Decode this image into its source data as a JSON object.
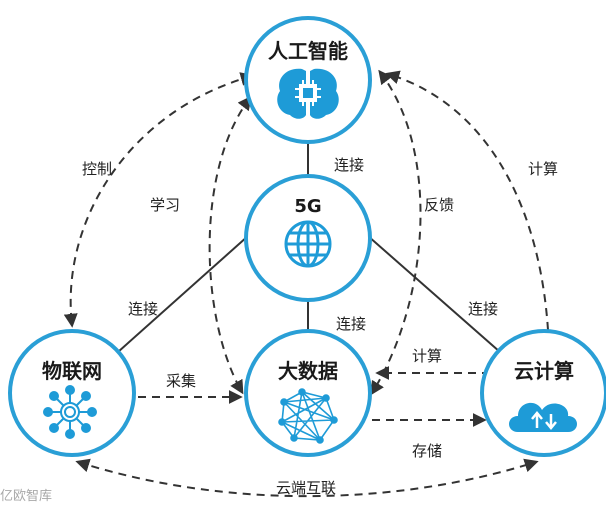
{
  "nodes": {
    "ai": {
      "title": "人工智能",
      "icon": "brain-chip-icon"
    },
    "fiveg": {
      "title": "5G",
      "icon": "globe-icon"
    },
    "iot": {
      "title": "物联网",
      "icon": "network-hub-icon"
    },
    "bigdata": {
      "title": "大数据",
      "icon": "mesh-graph-icon"
    },
    "cloud": {
      "title": "云计算",
      "icon": "cloud-upload-download-icon"
    }
  },
  "edges": {
    "ai_5g": "连接",
    "iot_5g": "连接",
    "5g_bigdata": "连接",
    "5g_cloud": "连接",
    "ai_iot": "控制",
    "ai_bigdata_learn": "学习",
    "bigdata_ai_feedback": "反馈",
    "cloud_ai": "计算",
    "iot_bigdata": "采集",
    "cloud_bigdata": "计算",
    "bigdata_cloud": "存储",
    "iot_cloud": "云端互联"
  },
  "watermark": "亿欧智库",
  "colors": {
    "accent": "#1e9bd7",
    "ring": "#2a9fd6",
    "line": "#333333",
    "dash": "#333333"
  }
}
